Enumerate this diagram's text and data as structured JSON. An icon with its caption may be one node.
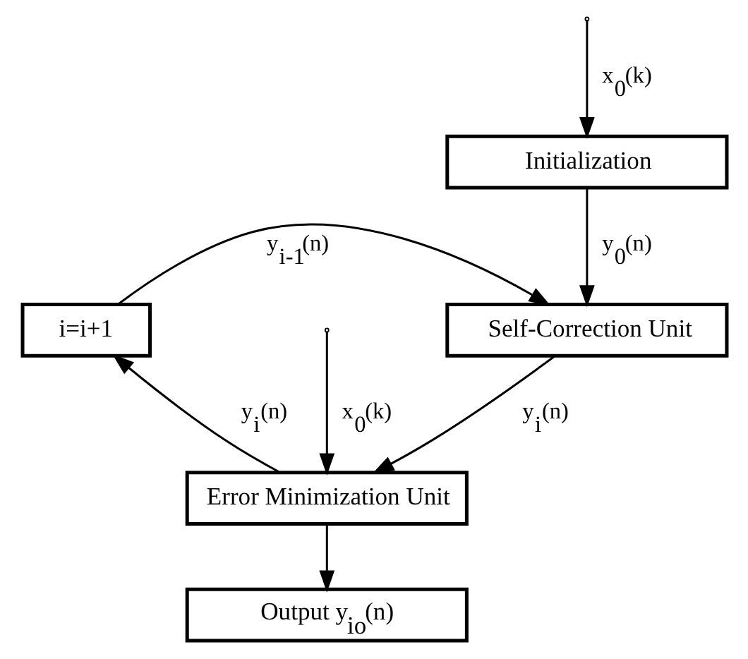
{
  "diagram": {
    "nodes": [
      {
        "text": [
          "Initialization"
        ]
      },
      {
        "text": [
          "Self-Correction Unit"
        ]
      },
      {
        "text": [
          "Error Minimization Unit"
        ]
      },
      {
        "text": [
          "Output y$_{io}$(n)"
        ]
      },
      {
        "text": [
          "i=i+1"
        ]
      }
    ],
    "edges": [
      {
        "from": null,
        "to": 0,
        "arrow": "to",
        "label": "x$_{0}$(k)"
      },
      {
        "from": null,
        "to": 2,
        "arrow": "to",
        "label": "x$_{0}$(k)"
      },
      {
        "from": 0,
        "to": 1,
        "arrow": "to",
        "label": "y$_{0}$(n)"
      },
      {
        "from": 1,
        "to": 2,
        "arrow": "to",
        "label": "y$_{i}$(n)"
      },
      {
        "from": 2,
        "to": 4,
        "arrow": "to",
        "label": "y$_{i}$(n)"
      },
      {
        "from": 4,
        "to": 1,
        "arrow": "to",
        "label": "y$_{i-1}$(n)"
      },
      {
        "from": 2,
        "to": 3,
        "arrow": "to"
      }
    ]
  }
}
